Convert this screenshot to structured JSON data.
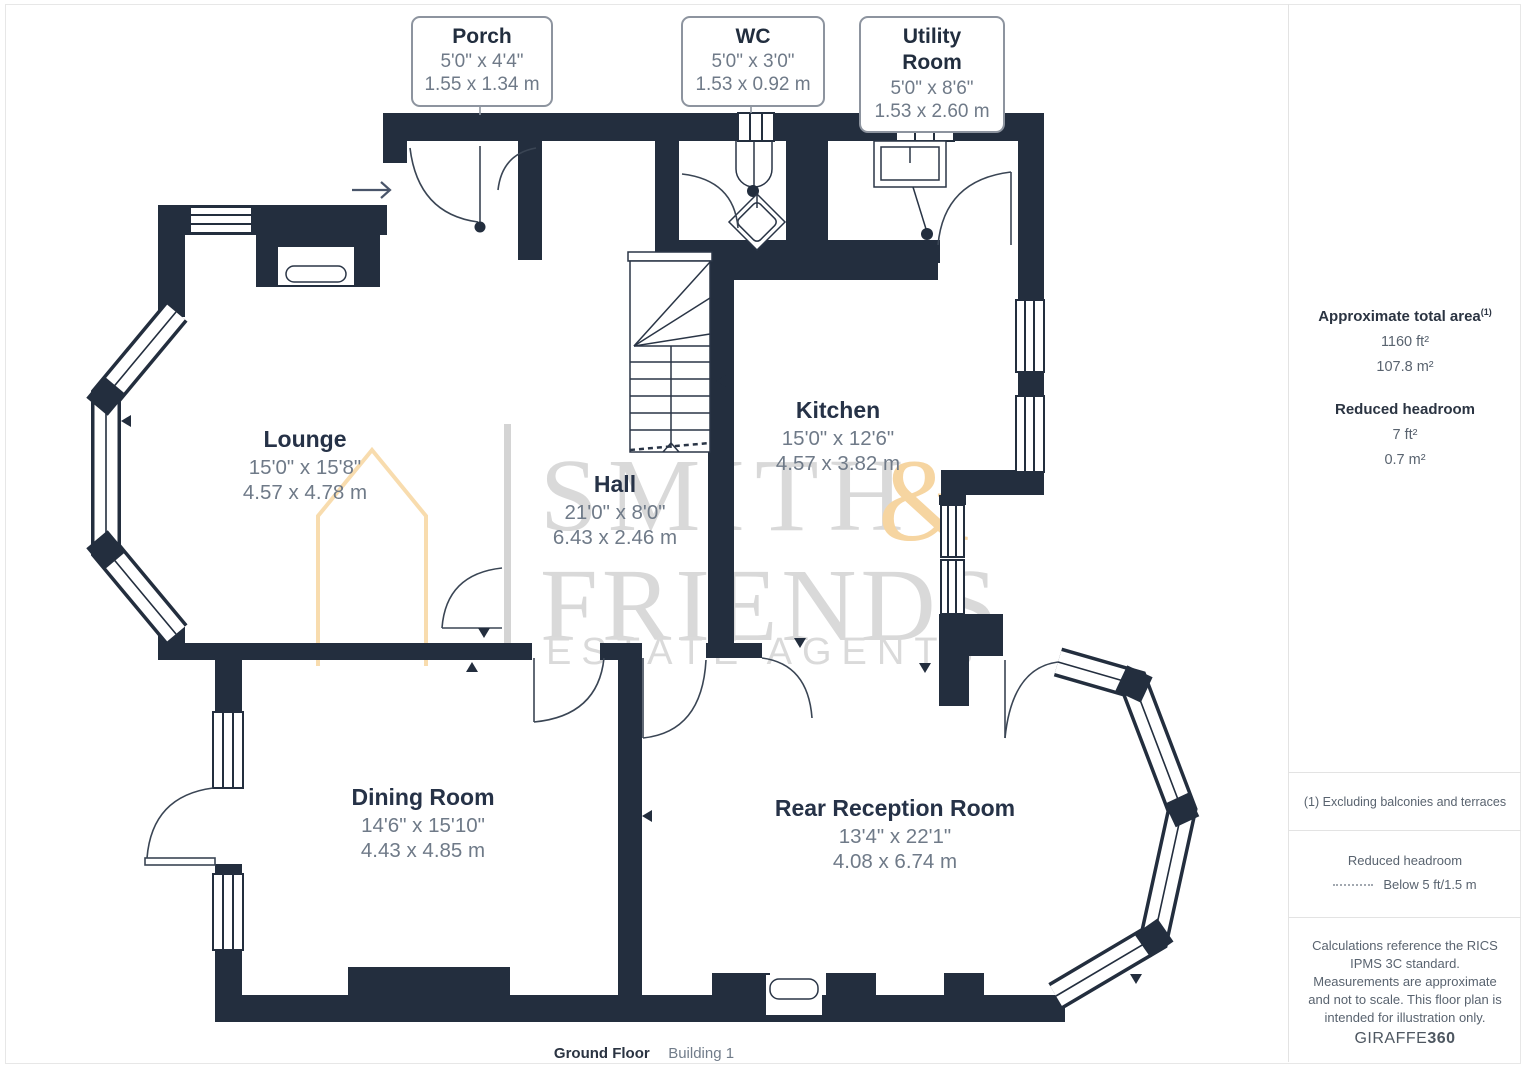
{
  "callouts": [
    {
      "name": "Porch",
      "imperial": "5'0\" x 4'4\"",
      "metric": "1.55 x 1.34 m"
    },
    {
      "name": "WC",
      "imperial": "5'0\" x 3'0\"",
      "metric": "1.53 x 0.92 m"
    },
    {
      "name": "Utility Room",
      "imperial": "5'0\" x 8'6\"",
      "metric": "1.53 x 2.60 m"
    }
  ],
  "rooms": [
    {
      "name": "Lounge",
      "imperial": "15'0\" x 15'8\"",
      "metric": "4.57 x 4.78 m"
    },
    {
      "name": "Hall",
      "imperial": "21'0\" x 8'0\"",
      "metric": "6.43 x 2.46 m"
    },
    {
      "name": "Kitchen",
      "imperial": "15'0\" x 12'6\"",
      "metric": "4.57 x 3.82 m"
    },
    {
      "name": "Dining Room",
      "imperial": "14'6\" x 15'10\"",
      "metric": "4.43 x 4.85 m"
    },
    {
      "name": "Rear Reception Room",
      "imperial": "13'4\" x 22'1\"",
      "metric": "4.08 x 6.74 m"
    }
  ],
  "sidebar": {
    "total_area_title": "Approximate total area",
    "total_area_sup": "(1)",
    "total_area_ft": "1160 ft²",
    "total_area_m": "107.8 m²",
    "headroom_title": "Reduced headroom",
    "headroom_ft": "7 ft²",
    "headroom_m": "0.7 m²",
    "footnote": "(1) Excluding balconies and terraces",
    "legend_title": "Reduced headroom",
    "legend_value": "Below 5 ft/1.5 m",
    "disclaimer": "Calculations reference the RICS IPMS 3C standard. Measurements are approximate and not to scale. This floor plan is intended for illustration only.",
    "brand_name": "GIRAFFE",
    "brand_number": "360"
  },
  "footer": {
    "floor_label": "Ground Floor",
    "building_label": "Building 1"
  },
  "watermark": {
    "line1": "SMITH",
    "amp": "&",
    "line2": "FRIENDS",
    "line3": "ESTATE AGENTS"
  },
  "colors": {
    "wall": "#232e3e",
    "accent_orange": "#f6d5a1",
    "watermark_gray": "#d9d9d9",
    "label_dark": "#263247",
    "measure_gray": "#6f7a88"
  }
}
